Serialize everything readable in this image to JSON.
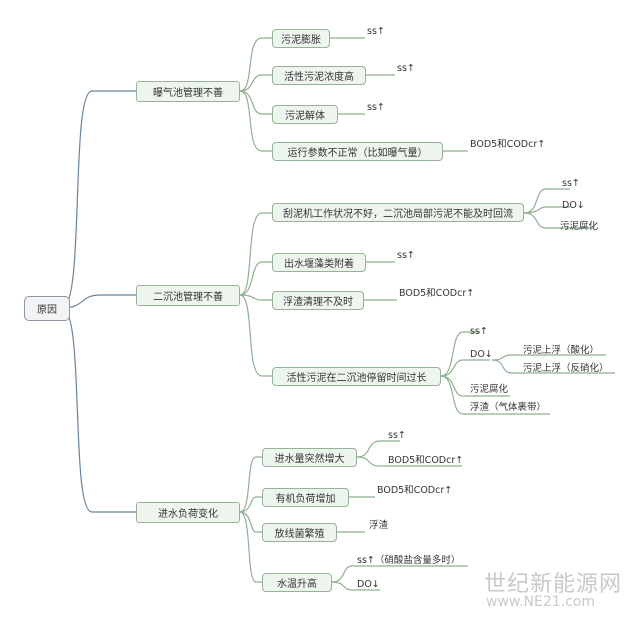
{
  "root": {
    "label": "原因"
  },
  "branch_aeration": {
    "label": "曝气池管理不善",
    "items": [
      {
        "label": "污泥膨胀",
        "note": "ss↑"
      },
      {
        "label": "活性污泥浓度高",
        "note": "ss↑"
      },
      {
        "label": "污泥解体",
        "note": "ss↑"
      },
      {
        "label": "运行参数不正常（比如曝气量）",
        "note": "BOD5和CODcr↑"
      }
    ]
  },
  "branch_clarifier": {
    "label": "二沉池管理不善",
    "items": [
      {
        "label": "刮泥机工作状况不好，二沉池局部污泥不能及时回流",
        "subs": [
          "ss↑",
          "DO↓",
          "污泥腐化"
        ]
      },
      {
        "label": "出水堰藻类附着",
        "note": "ss↑"
      },
      {
        "label": "浮渣清理不及时",
        "note": "BOD5和CODcr↑"
      },
      {
        "label": "活性污泥在二沉池停留时间过长",
        "subs": [
          "ss↑",
          "DO↓",
          "污泥腐化",
          "浮渣（气体裹带）"
        ],
        "do_subs": [
          "污泥上浮（酸化）",
          "污泥上浮（反硝化）"
        ]
      }
    ]
  },
  "branch_influent": {
    "label": "进水负荷变化",
    "items": [
      {
        "label": "进水量突然增大",
        "subs": [
          "ss↑",
          "BOD5和CODcr↑"
        ]
      },
      {
        "label": "有机负荷增加",
        "note": "BOD5和CODcr↑"
      },
      {
        "label": "放线菌繁殖",
        "note": "浮渣"
      },
      {
        "label": "水温升高",
        "subs": [
          "ss↑（硝酸盐含量多时）",
          "DO↓"
        ]
      }
    ]
  },
  "watermark": {
    "line1": "世纪新能源网",
    "line2": "www.NE21.com"
  }
}
